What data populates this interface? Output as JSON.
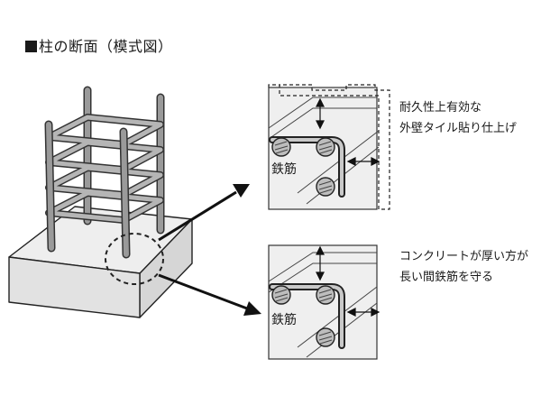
{
  "title": "柱の断面（模式図）",
  "detail_top": {
    "rebar_label": "鉄筋",
    "note_line1": "耐久性上有効な",
    "note_line2": "外壁タイル貼り仕上げ"
  },
  "detail_bottom": {
    "rebar_label": "鉄筋",
    "note_line1": "コンクリートが厚い方が",
    "note_line2": "長い間鉄筋を守る"
  }
}
